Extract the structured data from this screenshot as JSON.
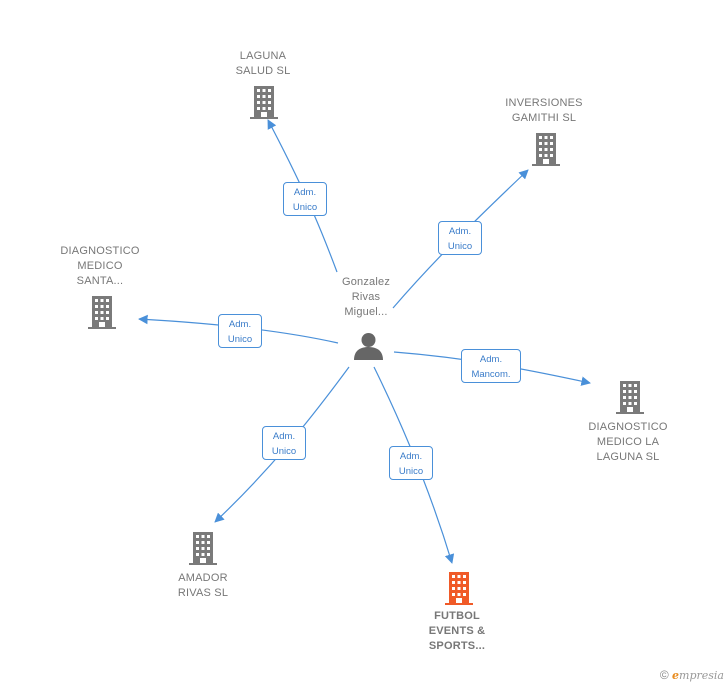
{
  "center": {
    "label": "Gonzalez\nRivas\nMiguel..."
  },
  "companies": [
    {
      "id": "laguna",
      "label": "LAGUNA\nSALUD SL",
      "highlight": false
    },
    {
      "id": "inversiones",
      "label": "INVERSIONES\nGAMITHI SL",
      "highlight": false
    },
    {
      "id": "diag-santa",
      "label": "DIAGNOSTICO\nMEDICO\nSANTA...",
      "highlight": false
    },
    {
      "id": "diag-laguna",
      "label": "DIAGNOSTICO\nMEDICO LA\nLAGUNA SL",
      "highlight": false
    },
    {
      "id": "amador",
      "label": "AMADOR\nRIVAS SL",
      "highlight": false
    },
    {
      "id": "futbol",
      "label": "FUTBOL\nEVENTS &\nSPORTS...",
      "highlight": true
    }
  ],
  "roles": [
    {
      "target": "laguna",
      "label": "Adm.\nUnico"
    },
    {
      "target": "inversiones",
      "label": "Adm.\nUnico"
    },
    {
      "target": "diag-santa",
      "label": "Adm.\nUnico"
    },
    {
      "target": "diag-laguna",
      "label": "Adm.\nMancom."
    },
    {
      "target": "amador",
      "label": "Adm.\nUnico"
    },
    {
      "target": "futbol",
      "label": "Adm.\nUnico"
    }
  ],
  "colors": {
    "edge": "#4a90d9",
    "building": "#7a7a7a",
    "building_highlight": "#f05a28",
    "person": "#666666"
  },
  "footer": {
    "copyright": "©",
    "brand_e": "e",
    "brand_rest": "mpresia"
  }
}
